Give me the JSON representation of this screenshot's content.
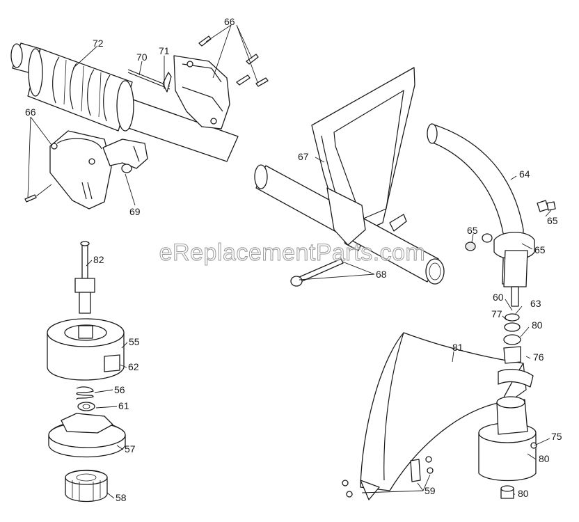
{
  "watermark": "eReplacementParts.com",
  "part_labels": {
    "p72": "72",
    "p70": "70",
    "p71": "71",
    "p66a": "66",
    "p66b": "66",
    "p69": "69",
    "p67": "67",
    "p64": "64",
    "p65a": "65",
    "p65b": "65",
    "p65c": "65",
    "p68": "68",
    "p60": "60",
    "p63": "63",
    "p77": "77",
    "p80a": "80",
    "p76": "76",
    "p81": "81",
    "p75": "75",
    "p80b": "80",
    "p80c": "80",
    "p59": "59",
    "p82": "82",
    "p55": "55",
    "p62": "62",
    "p56": "56",
    "p61": "61",
    "p57": "57",
    "p58": "58"
  }
}
